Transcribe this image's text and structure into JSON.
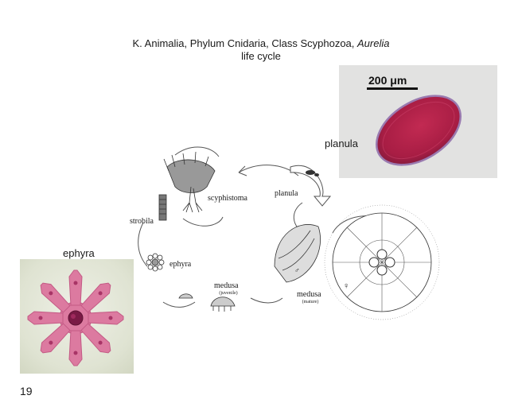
{
  "slide": {
    "title_prefix": "K. Animalia, Phylum Cnidaria, Class Scyphozoa, ",
    "title_italic": "Aurelia",
    "title_line2": "life cycle",
    "slide_number": "19"
  },
  "photos": {
    "planula": {
      "label": "planula",
      "scale_text": "200 μm"
    },
    "ephyra": {
      "label": "ephyra"
    }
  },
  "diagram": {
    "labels": {
      "planula": "planula",
      "scyphistoma": "scyphistoma",
      "strobila": "strobila",
      "ephyra": "ephyra",
      "medusa_juvenile": "medusa",
      "medusa_juvenile_sub": "(juvenile)",
      "medusa_mature": "medusa",
      "medusa_mature_sub": "(mature)",
      "female_symbol": "♀",
      "male_symbol": "♂"
    }
  },
  "colors": {
    "planula_fill": "#b8244a",
    "ephyra_stain": "#d96a92",
    "ink": "#444444"
  }
}
